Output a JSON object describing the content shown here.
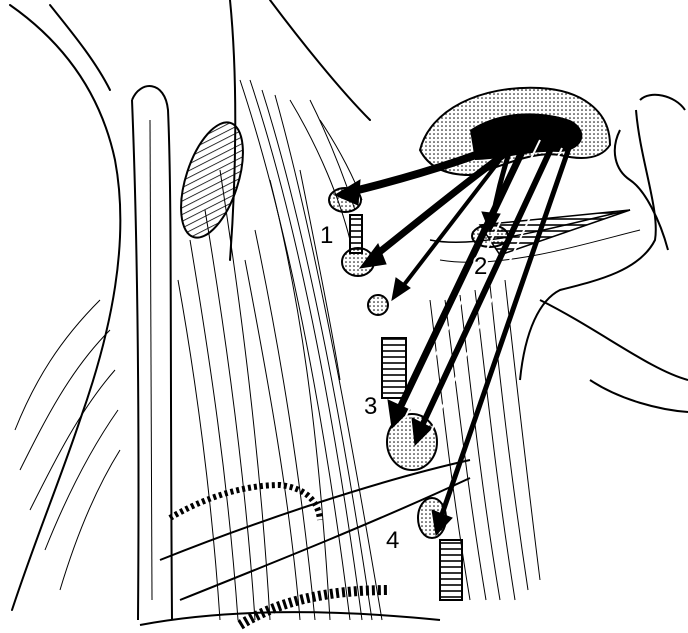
{
  "diagram": {
    "labels": [
      {
        "id": "1",
        "text": "1"
      },
      {
        "id": "2",
        "text": "2"
      },
      {
        "id": "3",
        "text": "3"
      },
      {
        "id": "4",
        "text": "4"
      }
    ],
    "colors": {
      "ink": "#000000",
      "paper": "#ffffff"
    }
  }
}
